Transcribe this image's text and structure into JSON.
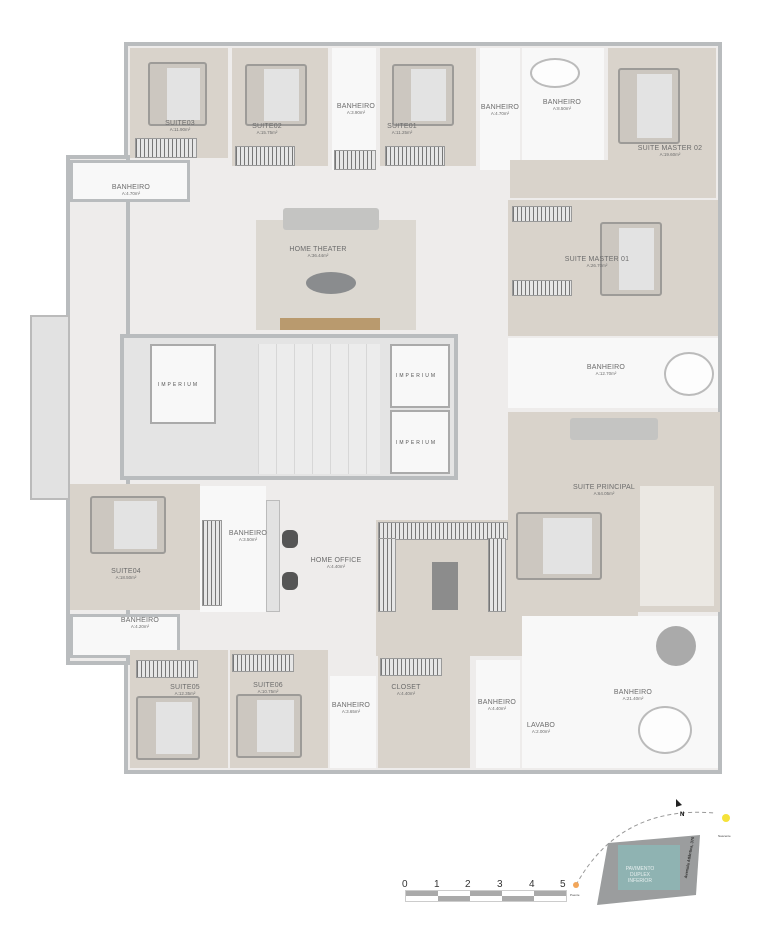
{
  "rooms": [
    {
      "name": "SUITE03",
      "area": "A:11.90m²"
    },
    {
      "name": "SUITE02",
      "area": "A:15.75m²"
    },
    {
      "name": "BANHEIRO",
      "area": "A:3.90m²"
    },
    {
      "name": "SUITE01",
      "area": "A:11.25m²"
    },
    {
      "name": "BANHEIRO",
      "area": "A:4.70m²"
    },
    {
      "name": "BANHEIRO",
      "area": "A:8.50m²"
    },
    {
      "name": "SUITE MASTER 02",
      "area": "A:19.60m²"
    },
    {
      "name": "BANHEIRO",
      "area": "A:4.70m²"
    },
    {
      "name": "HOME THEATER",
      "area": "A:36.44m²"
    },
    {
      "name": "SUITE MASTER 01",
      "area": "A:26.70m²"
    },
    {
      "name": "BANHEIRO",
      "area": "A:12.70m²"
    },
    {
      "name": "SUITE PRINCIPAL",
      "area": "A:64.05m²"
    },
    {
      "name": "BANHEIRO",
      "area": "A:3.50m²"
    },
    {
      "name": "HOME OFFICE",
      "area": "A:4.40m²"
    },
    {
      "name": "SUITE04",
      "area": "A:18.50m²"
    },
    {
      "name": "BANHEIRO",
      "area": "A:4.20m²"
    },
    {
      "name": "SUITE05",
      "area": "A:12.35m²"
    },
    {
      "name": "SUITE06",
      "area": "A:10.75m²"
    },
    {
      "name": "BANHEIRO",
      "area": "A:3.65m²"
    },
    {
      "name": "CLOSET",
      "area": "A:4.40m²"
    },
    {
      "name": "BANHEIRO",
      "area": "A:4.40m²"
    },
    {
      "name": "LAVABO",
      "area": "A:2.00m²"
    },
    {
      "name": "BANHEIRO",
      "area": "A:21.40m²"
    }
  ],
  "elevator_brand": "IMPERIUM",
  "scale": {
    "ticks": [
      "0",
      "1",
      "2",
      "3",
      "4",
      "5"
    ]
  },
  "site": {
    "label": "PAVIMENTO DUPLEX INFERIOR",
    "street": "Avenida Atlântica, 370",
    "north": "N",
    "sunset": "Poente",
    "sunrise": "Nascente"
  },
  "colors": {
    "wall": "#b9bcbe",
    "wood": "#d9d3cb",
    "marble": "#eeeceb",
    "site": "#9b9d9e",
    "building": "#8fb3b2"
  }
}
